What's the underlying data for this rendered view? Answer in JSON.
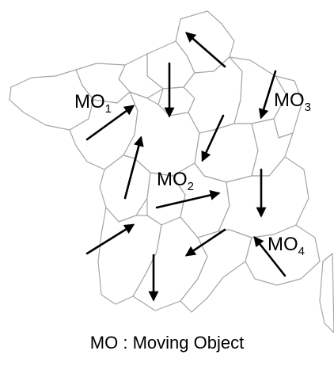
{
  "labels": [
    {
      "id": "mo1",
      "text": "MO",
      "sub": "1"
    },
    {
      "id": "mo2",
      "text": "MO",
      "sub": "2"
    },
    {
      "id": "mo3",
      "text": "MO",
      "sub": "3"
    },
    {
      "id": "mo4",
      "text": "MO",
      "sub": "4"
    }
  ],
  "caption": "MO : Moving Object",
  "colors": {
    "arrow": "#000000",
    "region_border": "#a6a6a6",
    "background": "#ffffff"
  },
  "icons": {
    "arrow": "arrow-icon"
  }
}
